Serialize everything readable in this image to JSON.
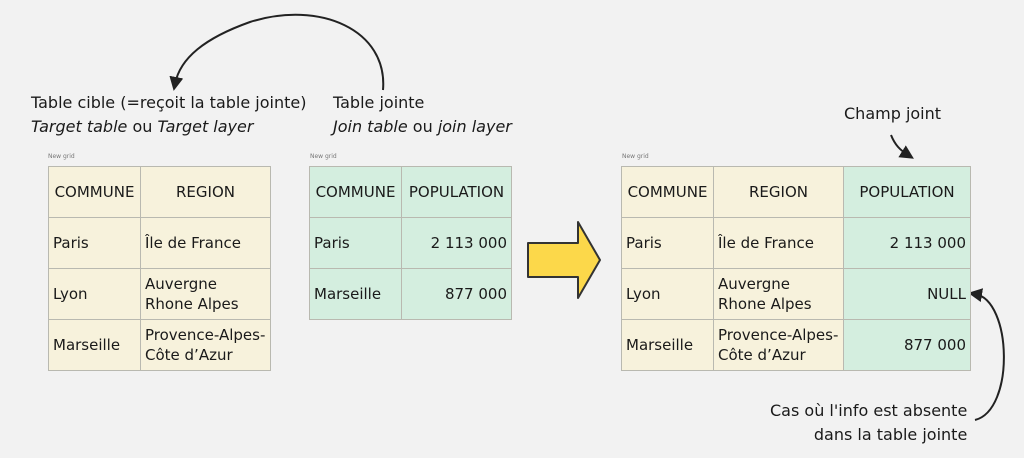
{
  "labels": {
    "target_line1": "Table cible (=reçoit la table jointe)",
    "target_em1": "Target table",
    "target_ou": " ou ",
    "target_em2": "Target layer",
    "join_line1": "Table jointe",
    "join_em1": "Join table",
    "join_ou": " ou ",
    "join_em2": "join layer",
    "joined_field": "Champ joint",
    "absent_line1": "Cas où l'info est absente",
    "absent_line2": "dans la table jointe"
  },
  "grid_caption": "New grid",
  "target_table": {
    "headers": [
      "COMMUNE",
      "REGION"
    ],
    "rows": [
      [
        "Paris",
        "Île de France"
      ],
      [
        "Lyon",
        "Auvergne Rhone Alpes"
      ],
      [
        "Marseille",
        "Provence-Alpes-Côte d’Azur"
      ]
    ]
  },
  "join_table": {
    "headers": [
      "COMMUNE",
      "POPULATION"
    ],
    "rows": [
      [
        "Paris",
        "2 113 000"
      ],
      [
        "Marseille",
        "877 000"
      ]
    ]
  },
  "result_table": {
    "headers": [
      "COMMUNE",
      "REGION",
      "POPULATION"
    ],
    "rows": [
      [
        "Paris",
        "Île de France",
        "2 113 000"
      ],
      [
        "Lyon",
        "Auvergne Rhone Alpes",
        "NULL"
      ],
      [
        "Marseille",
        "Provence-Alpes-Côte d’Azur",
        "877 000"
      ]
    ]
  },
  "colors": {
    "target_fill": "#f7f2dc",
    "join_fill": "#d4eedf",
    "arrow_fill": "#fcd84a",
    "arrow_stroke": "#333333"
  }
}
